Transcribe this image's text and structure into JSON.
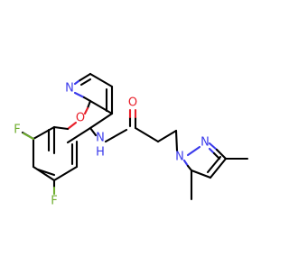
{
  "colors": {
    "bond": "#000000",
    "nitrogen": "#3a3aeb",
    "oxygen": "#e8202a",
    "fluorine": "#6fae2f"
  },
  "atoms": {
    "n_pyridine": "N",
    "o_ether": "O",
    "f_ortho": "F",
    "f_para": "F",
    "o_carbonyl": "O",
    "nh_amide": "N",
    "h_amide": "H",
    "n_pyrazole_1": "N",
    "n_pyrazole_2": "N"
  }
}
